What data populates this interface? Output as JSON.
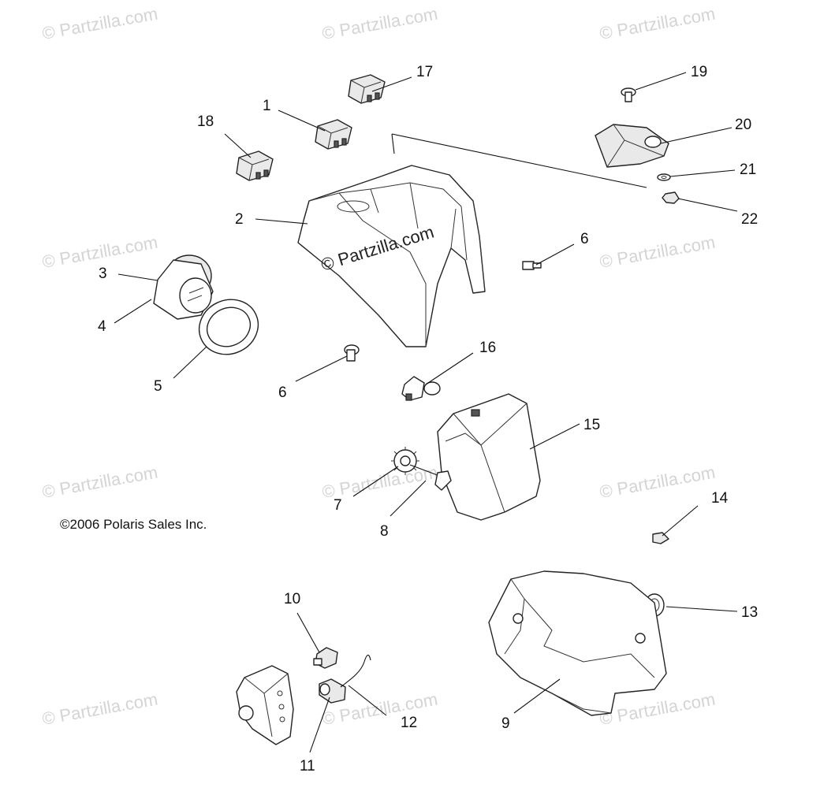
{
  "watermark_text": "© Partzilla.com",
  "center_watermark": "© Partzilla.com",
  "copyright": "©2006 Polaris Sales Inc.",
  "callouts": [
    {
      "id": "c1",
      "label": "1"
    },
    {
      "id": "c2",
      "label": "2"
    },
    {
      "id": "c3",
      "label": "3"
    },
    {
      "id": "c4",
      "label": "4"
    },
    {
      "id": "c5",
      "label": "5"
    },
    {
      "id": "c6a",
      "label": "6"
    },
    {
      "id": "c6b",
      "label": "6"
    },
    {
      "id": "c7",
      "label": "7"
    },
    {
      "id": "c8",
      "label": "8"
    },
    {
      "id": "c9",
      "label": "9"
    },
    {
      "id": "c10",
      "label": "10"
    },
    {
      "id": "c11",
      "label": "11"
    },
    {
      "id": "c12",
      "label": "12"
    },
    {
      "id": "c13",
      "label": "13"
    },
    {
      "id": "c14",
      "label": "14"
    },
    {
      "id": "c15",
      "label": "15"
    },
    {
      "id": "c16",
      "label": "16"
    },
    {
      "id": "c17",
      "label": "17"
    },
    {
      "id": "c18",
      "label": "18"
    },
    {
      "id": "c19",
      "label": "19"
    },
    {
      "id": "c20",
      "label": "20"
    },
    {
      "id": "c21",
      "label": "21"
    },
    {
      "id": "c22",
      "label": "22"
    }
  ]
}
